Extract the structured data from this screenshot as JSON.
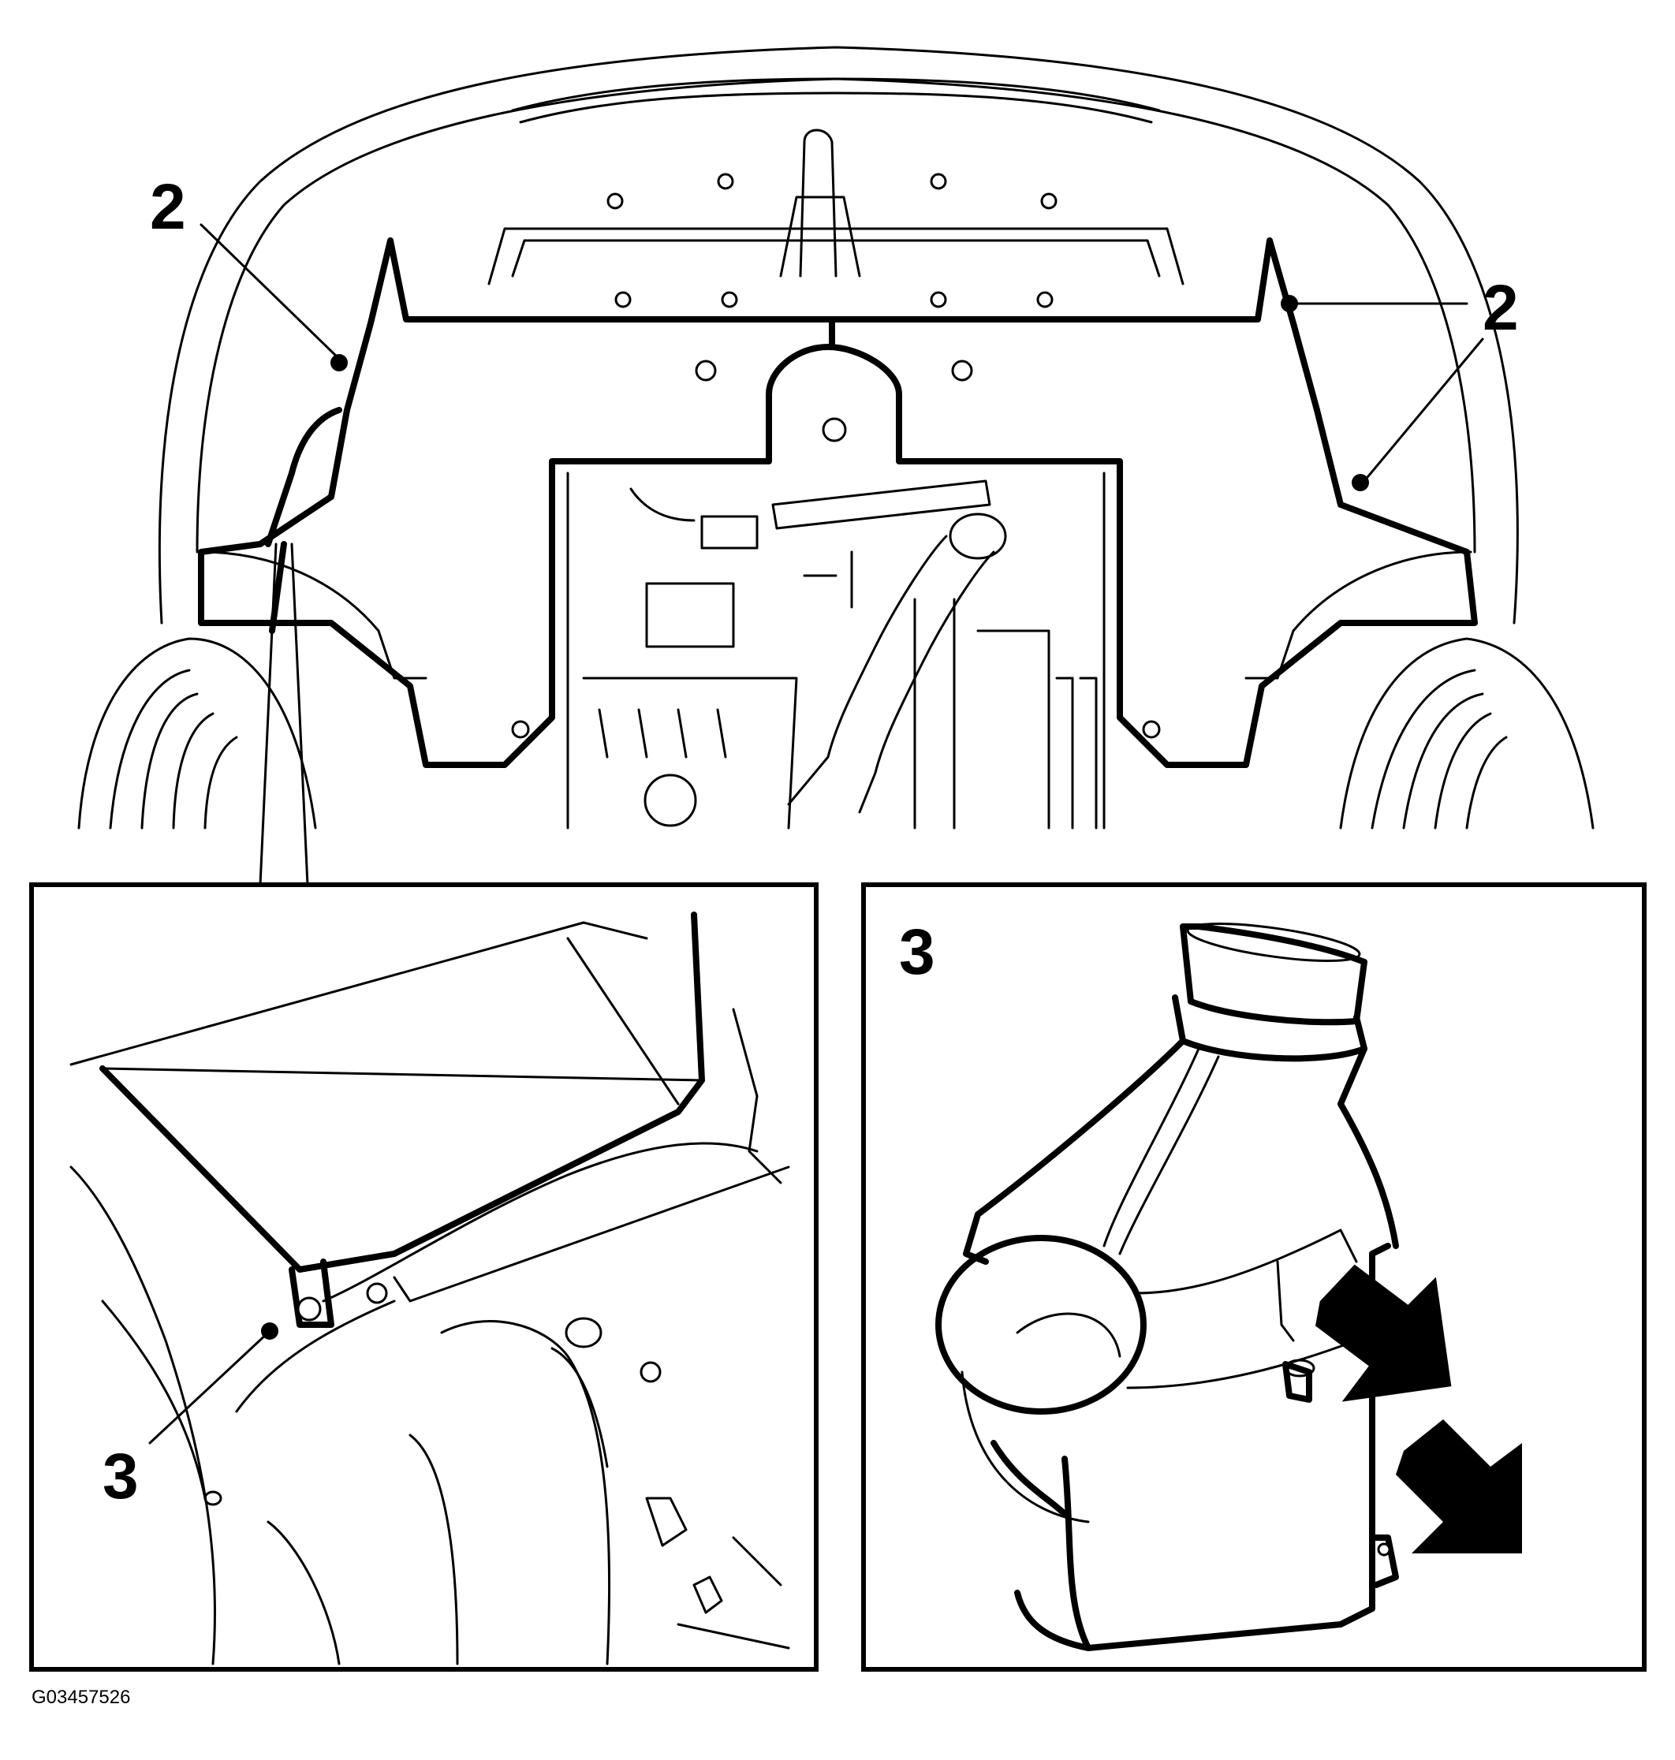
{
  "callouts": {
    "left_top": "2",
    "right_top": "2",
    "inset_left": "3",
    "inset_right": "3"
  },
  "figure_id": "G03457526",
  "colors": {
    "ink": "#000000",
    "paper": "#ffffff"
  }
}
